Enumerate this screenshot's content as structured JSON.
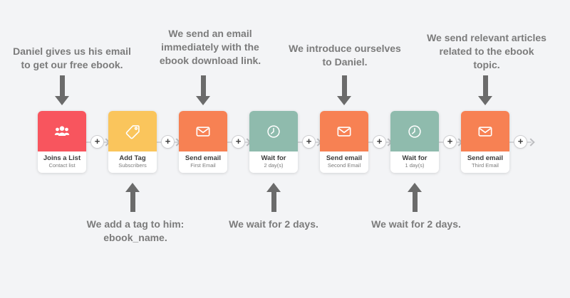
{
  "background": "#f3f4f6",
  "colors": {
    "red": "#f8555e",
    "yellow": "#fac55c",
    "orange": "#f78153",
    "teal": "#8fbbad",
    "arrow": "#6b6b6b",
    "note_text": "#7b7b7b",
    "rail": "#d4d5d8"
  },
  "annotations": {
    "top": [
      {
        "lines": [
          "Daniel gives us his email",
          "to get our free ebook."
        ]
      },
      {
        "lines": [
          "We send an email",
          "immediately with the",
          "ebook download link."
        ]
      },
      {
        "lines": [
          "We introduce ourselves",
          "to Daniel."
        ]
      },
      {
        "lines": [
          "We send relevant articles",
          "related to the ebook",
          "topic."
        ]
      }
    ],
    "bottom": [
      {
        "lines": [
          "We add a tag to him:",
          "ebook_name."
        ]
      },
      {
        "lines": [
          "We wait for 2 days."
        ]
      },
      {
        "lines": [
          "We wait for 2 days."
        ]
      }
    ]
  },
  "steps": [
    {
      "title": "Joins a List",
      "subtitle": "Contact list",
      "color": "#f8555e",
      "icon": "users-icon"
    },
    {
      "title": "Add Tag",
      "subtitle": "Subscribers",
      "color": "#fac55c",
      "icon": "tag-icon"
    },
    {
      "title": "Send email",
      "subtitle": "First Email",
      "color": "#f78153",
      "icon": "envelope-icon"
    },
    {
      "title": "Wait for",
      "subtitle": "2 day(s)",
      "color": "#8fbbad",
      "icon": "clock-icon"
    },
    {
      "title": "Send email",
      "subtitle": "Second Email",
      "color": "#f78153",
      "icon": "envelope-icon"
    },
    {
      "title": "Wait for",
      "subtitle": "1 day(s)",
      "color": "#8fbbad",
      "icon": "clock-icon"
    },
    {
      "title": "Send email",
      "subtitle": "Third Email",
      "color": "#f78153",
      "icon": "envelope-icon"
    }
  ],
  "connectors": {
    "add_button_label": "+"
  }
}
